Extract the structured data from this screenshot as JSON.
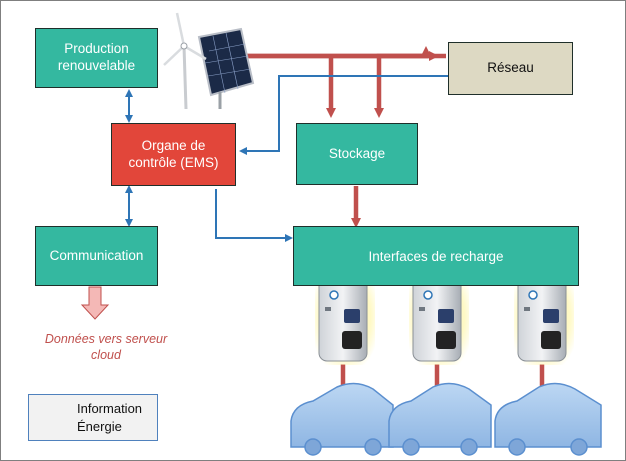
{
  "nodes": {
    "production": "Production renouvelable",
    "reseau": "Réseau",
    "ems": "Organe de contrôle (EMS)",
    "stockage": "Stockage",
    "communication": "Communication",
    "interfaces": "Interfaces de recharge"
  },
  "cloud_note": "Données vers serveur cloud",
  "legend": {
    "information": "Information",
    "energie": "Énergie"
  },
  "colors": {
    "information": "#2e75b6",
    "energie": "#c0504d",
    "box_fill": "#34b8a0",
    "ems_fill": "#e2463a",
    "reseau_fill": "#ddd9c3"
  }
}
